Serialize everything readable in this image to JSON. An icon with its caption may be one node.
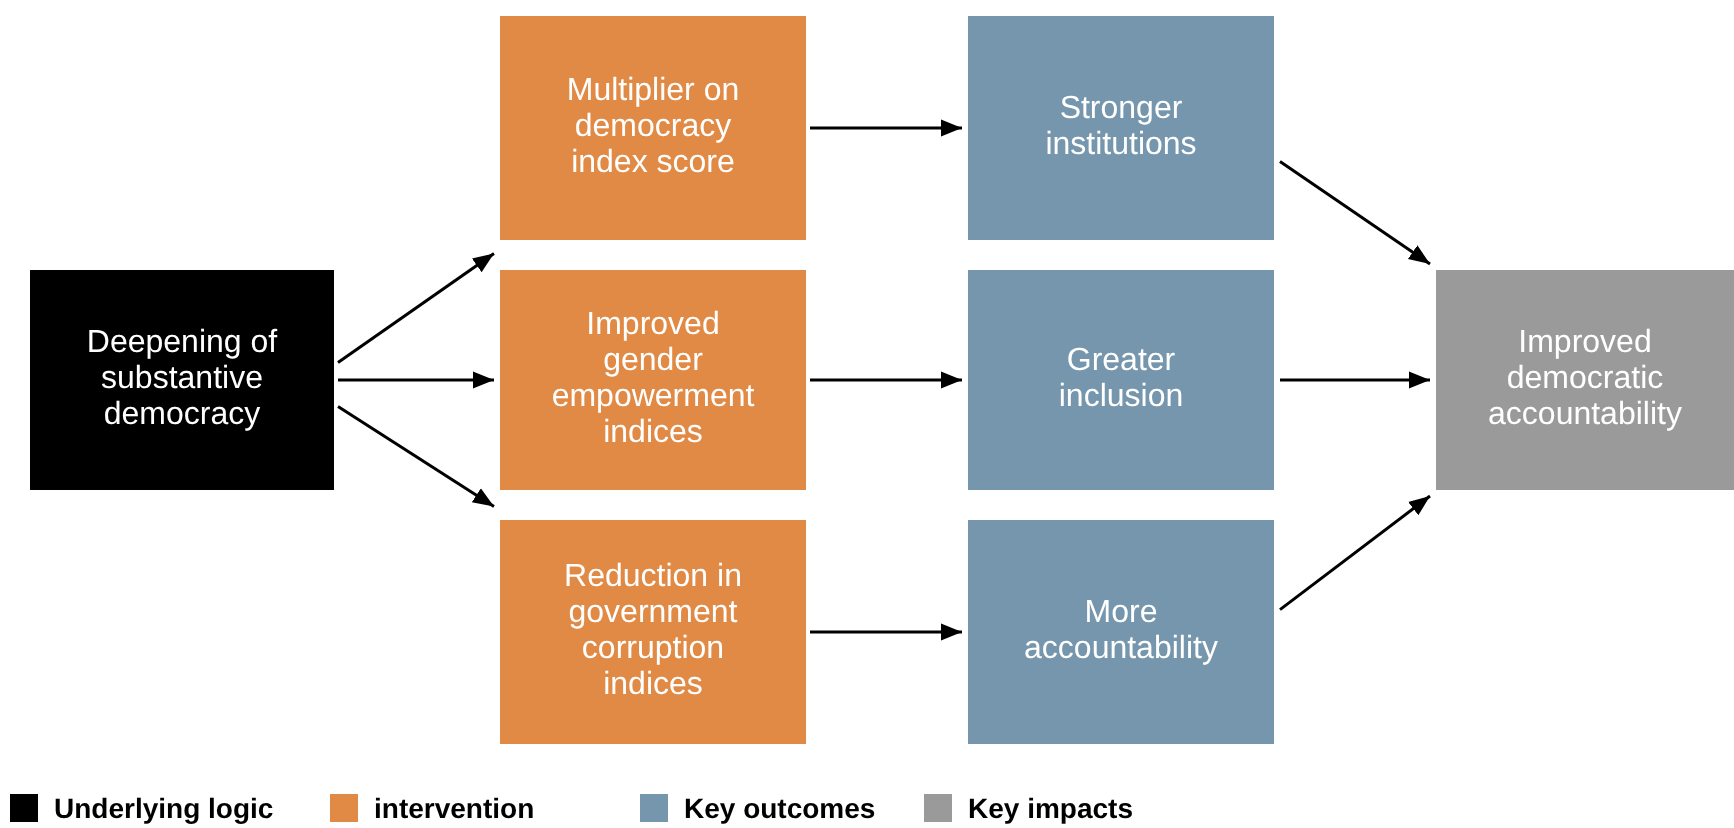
{
  "diagram": {
    "nodes": [
      {
        "text": [
          "Deepening of substantive democracy"
        ]
      },
      {
        "text": [
          "Multiplier on democracy index score"
        ]
      },
      {
        "text": [
          "Improved gender empowerment indices"
        ]
      },
      {
        "text": [
          "Reduction in government corruption indices"
        ]
      },
      {
        "text": [
          "Stronger institutions"
        ]
      },
      {
        "text": [
          "Greater inclusion"
        ]
      },
      {
        "text": [
          "More accountability"
        ]
      },
      {
        "text": [
          "Improved democratic accountability"
        ]
      }
    ],
    "edges": [
      {
        "from": 0,
        "to": 1,
        "arrow": "to"
      },
      {
        "from": 0,
        "to": 2,
        "arrow": "to"
      },
      {
        "from": 0,
        "to": 3,
        "arrow": "to"
      },
      {
        "from": 1,
        "to": 4,
        "arrow": "to"
      },
      {
        "from": 2,
        "to": 5,
        "arrow": "to"
      },
      {
        "from": 3,
        "to": 6,
        "arrow": "to"
      },
      {
        "from": 4,
        "to": 7,
        "arrow": "to"
      },
      {
        "from": 5,
        "to": 7,
        "arrow": "to"
      },
      {
        "from": 6,
        "to": 7,
        "arrow": "to"
      }
    ],
    "legend": [
      {
        "text": "Underlying logic",
        "color": "#000000"
      },
      {
        "text": "intervention",
        "color": "#e08a45"
      },
      {
        "text": "Key outcomes",
        "color": "#7596ac"
      },
      {
        "text": "Key impacts",
        "color": "#9a9a9a"
      }
    ]
  }
}
